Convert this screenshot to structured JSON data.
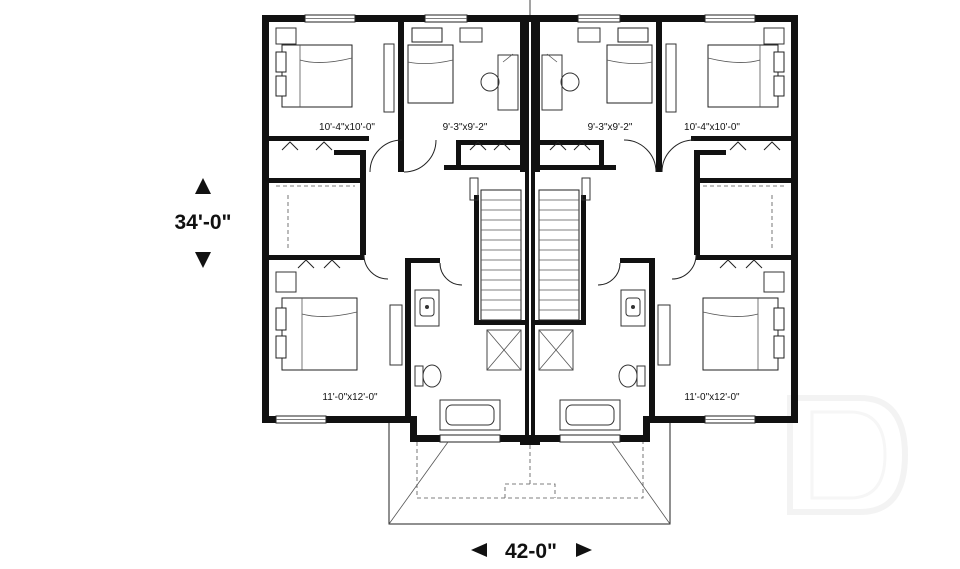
{
  "plan": {
    "overall_depth": "34'-0\"",
    "overall_width": "42-0\"",
    "rooms": [
      {
        "id": "ul-bed",
        "label": "10'-4\"x10'-0\""
      },
      {
        "id": "ul-bed2",
        "label": "9'-3\"x9'-2\""
      },
      {
        "id": "ur-bed2",
        "label": "9'-3\"x9'-2\""
      },
      {
        "id": "ur-bed",
        "label": "10'-4\"x10'-0\""
      },
      {
        "id": "ll-bed",
        "label": "11'-0\"x12'-0\""
      },
      {
        "id": "lr-bed",
        "label": "11'-0\"x12'-0\""
      }
    ]
  }
}
